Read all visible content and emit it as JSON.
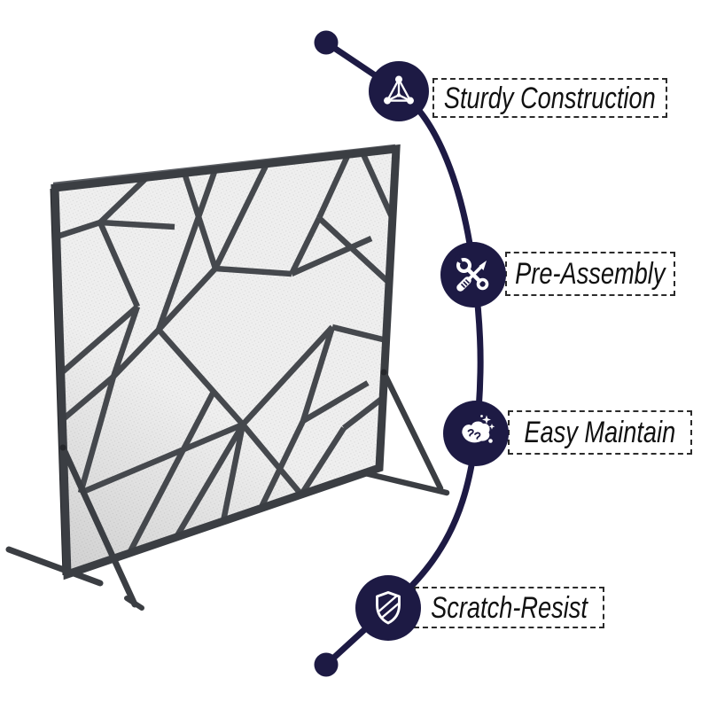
{
  "colors": {
    "accent": "#1d1a44",
    "frame": "#3b3e43",
    "bar": "#45484d",
    "frame_dark": "#26282c",
    "frame_light": "#5b5e64",
    "mesh_base": "#efefef",
    "mesh_dot": "#dcdcdc",
    "label_border": "#2b2b2b",
    "text": "#111111",
    "background": "#ffffff"
  },
  "features": [
    {
      "label": "Sturdy Construction",
      "icon": "tetrahedron-frame-icon"
    },
    {
      "label": "Pre-Assembly",
      "icon": "wrench-screwdriver-icon"
    },
    {
      "label": "Easy Maintain",
      "icon": "wipe-clean-hand-icon"
    },
    {
      "label": "Scratch-Resist",
      "icon": "shield-icon"
    }
  ],
  "illustration": {
    "subject": "Black metal fireplace screen with abstract geometric bar pattern over fine mesh, standing on A-frame feet"
  }
}
